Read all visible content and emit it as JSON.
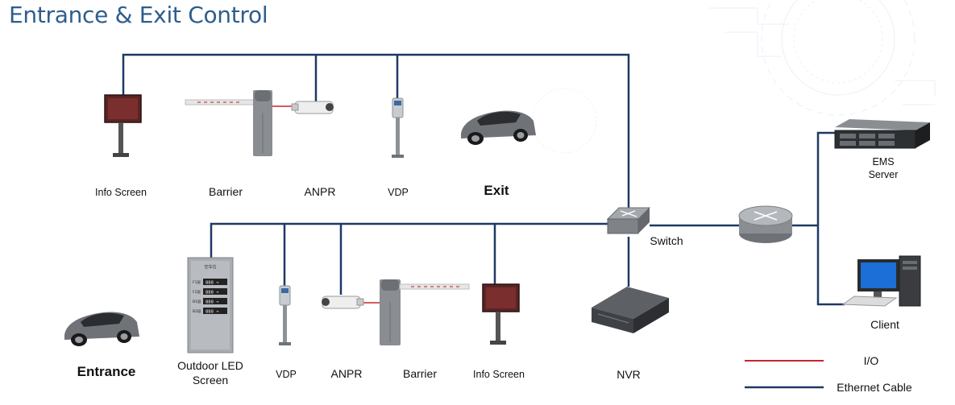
{
  "title": "Entrance & Exit Control",
  "colors": {
    "title": "#2e5d8c",
    "ethernet": "#1f3864",
    "io": "#c0282d"
  },
  "exit_row": {
    "info_screen": "Info Screen",
    "barrier": "Barrier",
    "anpr": "ANPR",
    "vdp": "VDP",
    "exit": "Exit"
  },
  "entrance_row": {
    "entrance": "Entrance",
    "outdoor_led_line1": "Outdoor LED",
    "outdoor_led_line2": "Screen",
    "vdp": "VDP",
    "anpr": "ANPR",
    "barrier": "Barrier",
    "info_screen": "Info Screen"
  },
  "network": {
    "switch": "Switch",
    "nvr": "NVR",
    "ems_line1": "EMS",
    "ems_line2": "Server",
    "client": "Client"
  },
  "led_screen_rows": [
    "F1层 888 →",
    "F2层 888 →",
    "B1层 888 →",
    "B2层 888 →"
  ],
  "legend": {
    "io": "I/O",
    "ethernet": "Ethernet Cable"
  }
}
